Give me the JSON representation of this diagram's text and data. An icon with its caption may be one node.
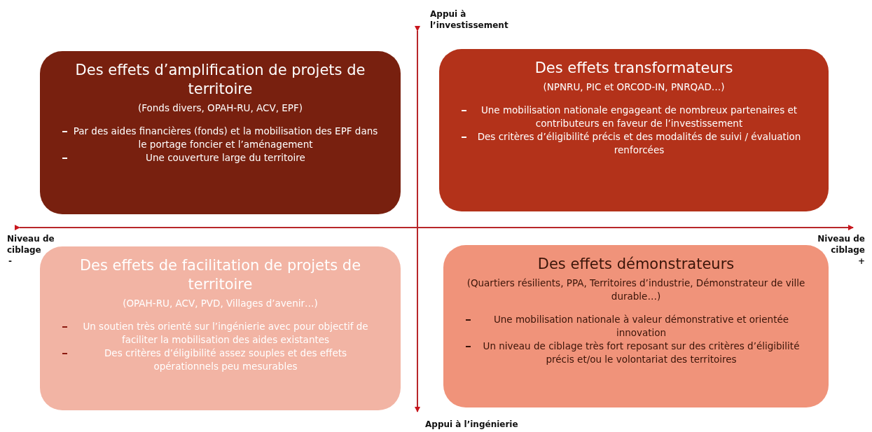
{
  "diagram": {
    "nodes": [
      {
        "text": [
          "Des effets d’amplification de projets de territoire",
          "(Fonds divers, OPAH-RU, ACV,  EPF)",
          "Par des aides financières (fonds) et la mobilisation des EPF dans le portage foncier et l’aménagement",
          "Une couverture large du territoire"
        ]
      },
      {
        "text": [
          "Des effets transformateurs",
          "(NPNRU, PIC et ORCOD-IN, PNRQAD…)",
          "Une mobilisation nationale engageant de nombreux partenaires et contributeurs en faveur de l’investissement",
          "Des critères d’éligibilité précis et des modalités de suivi / évaluation renforcées"
        ]
      },
      {
        "text": [
          "Des effets de facilitation de projets de territoire",
          "(OPAH-RU, ACV, PVD, Villages d’avenir…)",
          "Un soutien très orienté sur l’ingénierie avec pour objectif de faciliter la mobilisation des aides existantes",
          "Des critères d’éligibilité assez souples et des effets opérationnels peu mesurables"
        ]
      },
      {
        "text": [
          "Des effets démonstrateurs",
          "(Quartiers résilients, PPA, Territoires d’industrie, Démonstrateur de ville durable…)",
          "Une mobilisation nationale à valeur démonstrative et orientée innovation",
          "Un niveau de ciblage très fort reposant sur des critères d’éligibilité précis et/ou le volontariat des territoires"
        ]
      }
    ],
    "labels": [
      "Appui à l’investissement",
      "Niveau de ciblage",
      "-",
      "Niveau de ciblage",
      "+",
      "Appui à l’ingénierie"
    ]
  }
}
